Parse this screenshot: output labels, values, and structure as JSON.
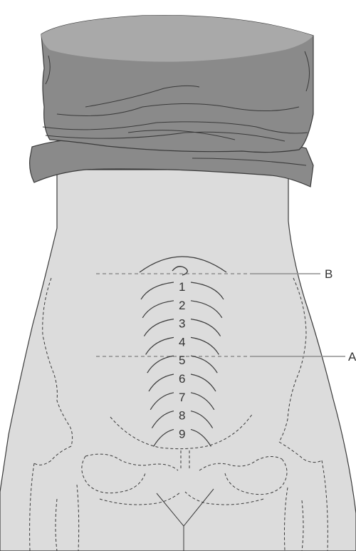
{
  "diagram": {
    "segment_numbers": [
      "1",
      "2",
      "3",
      "4",
      "5",
      "6",
      "7",
      "8",
      "9"
    ],
    "level_labels": {
      "upper": "B",
      "lower": "A"
    }
  },
  "colors": {
    "body_fill": "#dcdcdc",
    "fold_fill": "#8a8a8a",
    "fold_top": "#a9a9a9",
    "outline": "#3a3a3a",
    "dashed_line": "#8f8f8f",
    "label_line": "#8f8f8f"
  }
}
